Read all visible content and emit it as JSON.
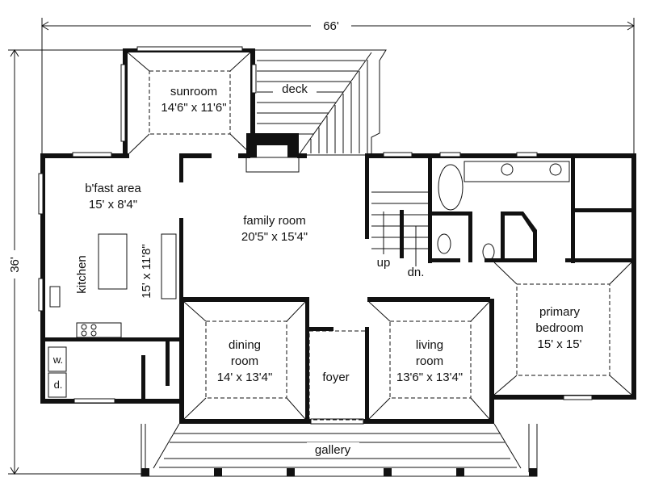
{
  "dimensions": {
    "width": "66'",
    "depth": "36'"
  },
  "rooms": {
    "sunroom": {
      "name": "sunroom",
      "size": "14'6\" x 11'6\""
    },
    "deck": {
      "name": "deck"
    },
    "bfast": {
      "name": "b'fast area",
      "size": "15' x 8'4\""
    },
    "family": {
      "name": "family room",
      "size": "20'5\" x 15'4\""
    },
    "kitchen": {
      "name": "kitchen",
      "size": "15' x 11'8\""
    },
    "stairs": {
      "up": "up",
      "down": "dn."
    },
    "dining": {
      "name1": "dining",
      "name2": "room",
      "size": "14' x 13'4\""
    },
    "foyer": {
      "name": "foyer"
    },
    "living": {
      "name1": "living",
      "name2": "room",
      "size": "13'6\" x 13'4\""
    },
    "primary": {
      "name1": "primary",
      "name2": "bedroom",
      "size": "15' x 15'"
    },
    "laundry": {
      "washer": "w.",
      "dryer": "d."
    },
    "gallery": {
      "name": "gallery"
    }
  }
}
